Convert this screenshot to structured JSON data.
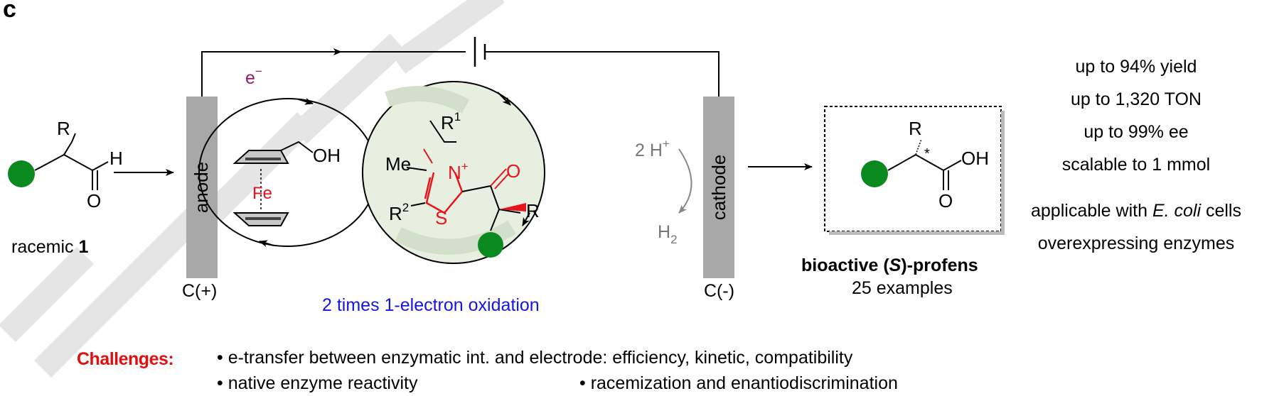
{
  "panel_label": "c",
  "labels": {
    "electron": "e",
    "electron_sup": "−",
    "anode": "anode",
    "cathode": "cathode",
    "anode_charge": "C(+)",
    "cathode_charge": "C(-)",
    "two_h": "2 H",
    "two_h_sup": "+",
    "h2": "H",
    "h2_sub": "2",
    "oxidation_note": "2 times 1-electron oxidation"
  },
  "substrate": {
    "r": "R",
    "h": "H",
    "o": "O",
    "caption_prefix": "racemic ",
    "caption_number": "1"
  },
  "mediator": {
    "fe": "Fe",
    "oh": "OH"
  },
  "intermediate": {
    "r1": "R",
    "r1_sup": "1",
    "me": "Me",
    "n": "N",
    "n_sup": "+",
    "s": "S",
    "r2": "R",
    "r2_sup": "2",
    "o": "O",
    "r": "R"
  },
  "product": {
    "r": "R",
    "star": "*",
    "oh": "OH",
    "o": "O",
    "title_a": "bioactive (",
    "title_s": "S",
    "title_b": ")-profens",
    "examples": "25 examples"
  },
  "results": [
    "up to 94% yield",
    "up to 1,320 TON",
    "up to 99% ee",
    "scalable to 1 mmol"
  ],
  "results_ecoli": {
    "line1_a": "applicable with ",
    "line1_italic": "E. coli",
    "line1_b": " cells",
    "line2": "overexpressing enzymes"
  },
  "challenges": {
    "heading": "Challenges:",
    "items": [
      "• e-transfer between enzymatic int. and electrode: efficiency, kinetic, compatibility",
      "• native enzyme reactivity",
      "• racemization and enantiodiscrimination"
    ]
  },
  "colors": {
    "green_ball": "#0a8a1e",
    "thiazolium_red": "#e8141b",
    "electron_purple": "#9b1860",
    "note_blue": "#1515e8",
    "electrode_gray": "#a8a8a8",
    "enzyme_bg": "#e7efe1",
    "watermark": "#d0d0d0"
  }
}
